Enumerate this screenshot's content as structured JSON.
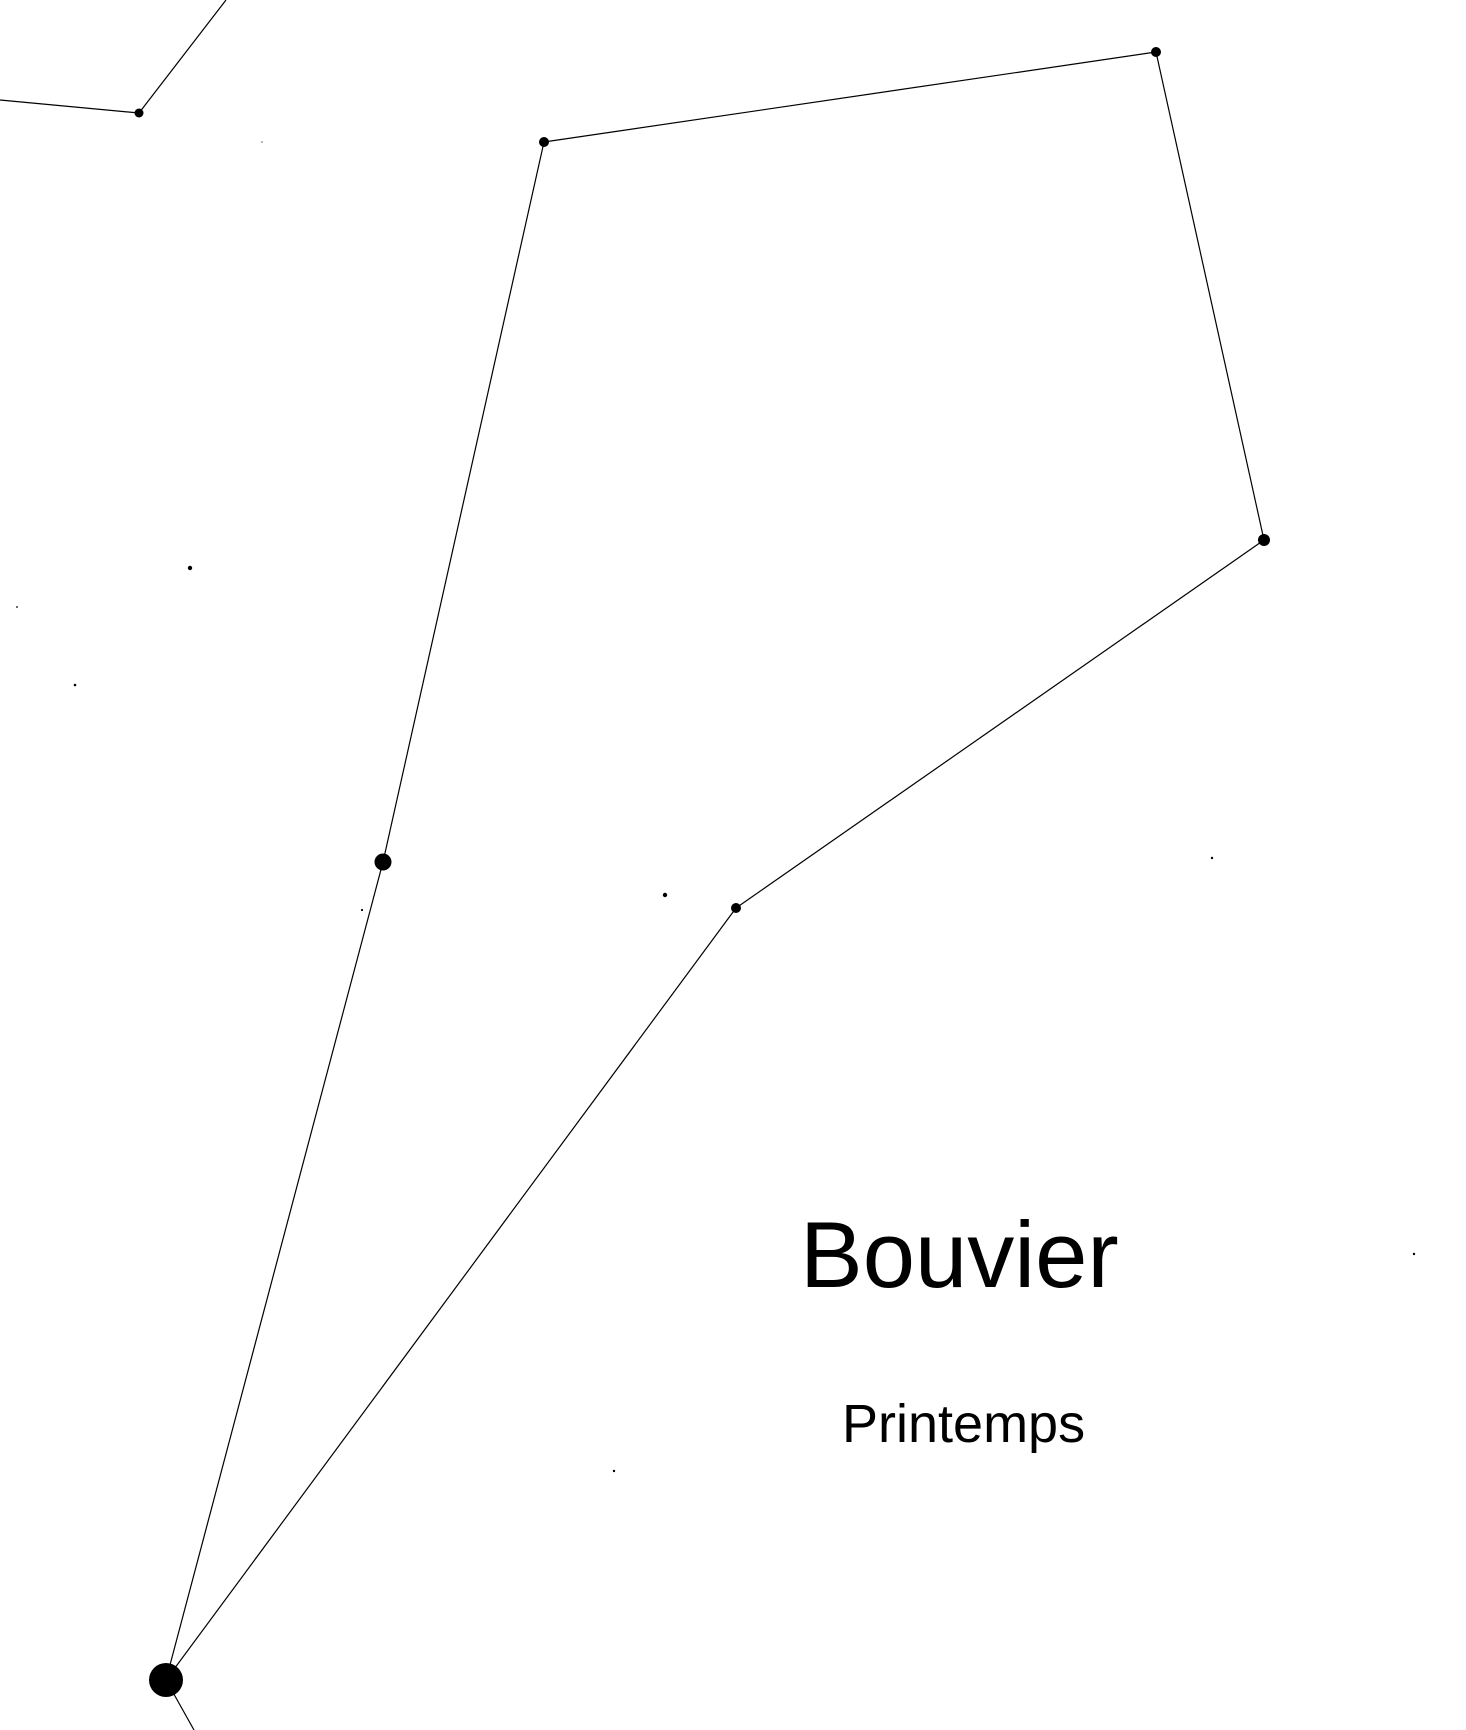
{
  "diagram": {
    "type": "constellation-map",
    "name": "Bouvier",
    "season": "Printemps",
    "colors": {
      "background": "#ffffff",
      "ink": "#000000"
    }
  }
}
